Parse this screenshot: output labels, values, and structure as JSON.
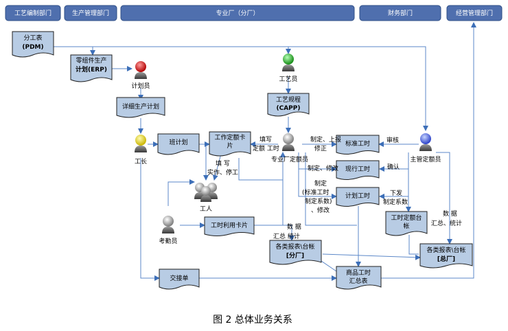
{
  "headers": {
    "process_dept": "工艺编制部门",
    "production_dept": "生产管理部门",
    "factory": "专业厂（分厂）",
    "finance_dept": "财务部门",
    "operations_dept": "经营管理部门"
  },
  "docs": {
    "division_table": [
      "分工表",
      "(PDM)"
    ],
    "parts_plan": [
      "零组件生产",
      "计划(ERP)"
    ],
    "detail_plan": "详细生产计划",
    "capp": [
      "工艺规程",
      "(CAPP)"
    ],
    "shift_plan": "班计划",
    "work_quota_card": [
      "工作定额卡",
      "片"
    ],
    "std_hours": "标准工时",
    "current_hours": "现行工时",
    "plan_hours": "计划工时",
    "quota_ledger": [
      "工时定额台",
      "帐"
    ],
    "utilization_card": "工时利用卡片",
    "branch_reports": [
      "各类报表\\台帐",
      "[分厂]"
    ],
    "total_reports": [
      "各类报表\\台帐",
      "[总厂]"
    ],
    "handover": "交接单",
    "goods_hours": [
      "商品工时",
      "汇总表"
    ]
  },
  "roles": {
    "planner": "计划员",
    "process_engineer": "工艺员",
    "foreman": "工长",
    "worker": "工人",
    "attendance_clerk": "考勤员",
    "factory_quota_clerk": "专业厂定额员",
    "chief_quota_clerk": "主管定额员"
  },
  "labels": {
    "fill_in": "填写",
    "quota_hours": "定额 工时",
    "fill_actual": [
      "填 写",
      "实作、停工"
    ],
    "make_report": [
      "制定、上报",
      "修正"
    ],
    "make_modify": "制定、修改",
    "review": "审核",
    "confirm": "确认",
    "make_std": [
      "制定",
      "(标准工时",
      "制定系数)",
      "、修改"
    ],
    "issue": [
      "下发",
      "制定系数"
    ],
    "data_summary_right": [
      "数  据",
      "汇总、统计"
    ],
    "data_summary_mid": [
      "数  据",
      "汇总  统计"
    ]
  },
  "caption": "图 2  总体业务关系",
  "icons": {
    "planner": "planner-person-icon",
    "process_engineer": "process-engineer-person-icon",
    "foreman": "foreman-person-icon",
    "workers": "workers-group-icon",
    "attendance": "attendance-clerk-person-icon",
    "factory_quota": "factory-quota-clerk-person-icon",
    "chief_quota": "chief-quota-clerk-person-icon"
  }
}
